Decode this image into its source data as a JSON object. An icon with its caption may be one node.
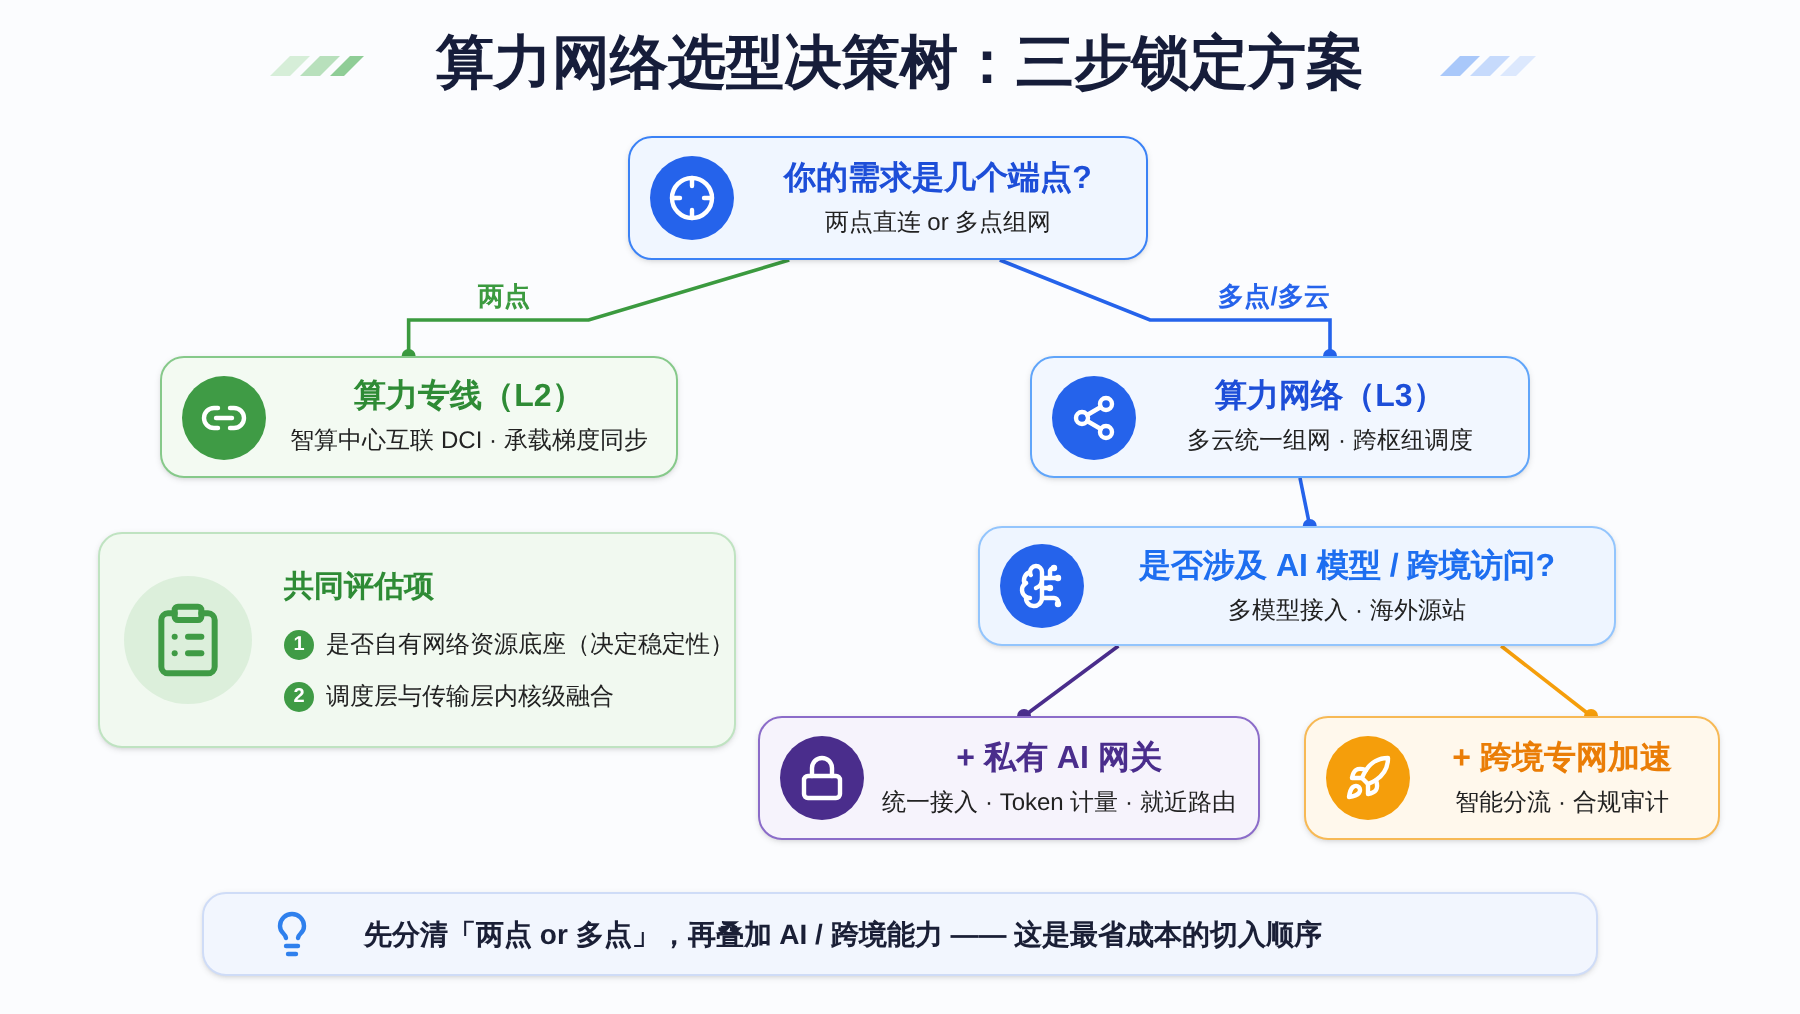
{
  "diagram": {
    "title": "算力网络选型决策树：三步锁定方案",
    "nodes": [
      {
        "text": [
          "你的需求是几个端点?",
          "两点直连 or 多点组网"
        ]
      },
      {
        "text": [
          "算力专线（L2）",
          "智算中心互联 DCI · 承载梯度同步"
        ]
      },
      {
        "text": [
          "算力网络（L3）",
          "多云统一组网 · 跨枢纽调度"
        ]
      },
      {
        "text": [
          "是否涉及 AI 模型 / 跨境访问?",
          "多模型接入 · 海外源站"
        ]
      },
      {
        "text": [
          "+ 私有 AI 网关",
          "统一接入 · Token 计量 · 就近路由"
        ]
      },
      {
        "text": [
          "+ 跨境专网加速",
          "智能分流 · 合规审计"
        ]
      },
      {
        "text": [
          "共同评估项",
          "是否自有网络资源底座（决定稳定性）",
          "调度层与传输层内核级融合"
        ]
      },
      {
        "text": [
          "先分清「**两点 or 多点**」，再叠加 **AI / 跨境能力** —— 这是最省成本的切入顺序"
        ]
      }
    ],
    "edges": [
      {
        "from": 0,
        "to": 1,
        "arrow": "other",
        "label": "两点",
        "color": "#3b9a3f"
      },
      {
        "from": 0,
        "to": 2,
        "arrow": "other",
        "label": "多点/多云",
        "color": "#2563eb"
      },
      {
        "from": 2,
        "to": 3,
        "arrow": "other",
        "color": "#2563eb"
      },
      {
        "from": 3,
        "to": 4,
        "arrow": "other",
        "color": "#4a2d8c"
      },
      {
        "from": 3,
        "to": 5,
        "arrow": "other",
        "color": "#f59e0b"
      }
    ],
    "labels": [
      "1",
      "2"
    ]
  }
}
